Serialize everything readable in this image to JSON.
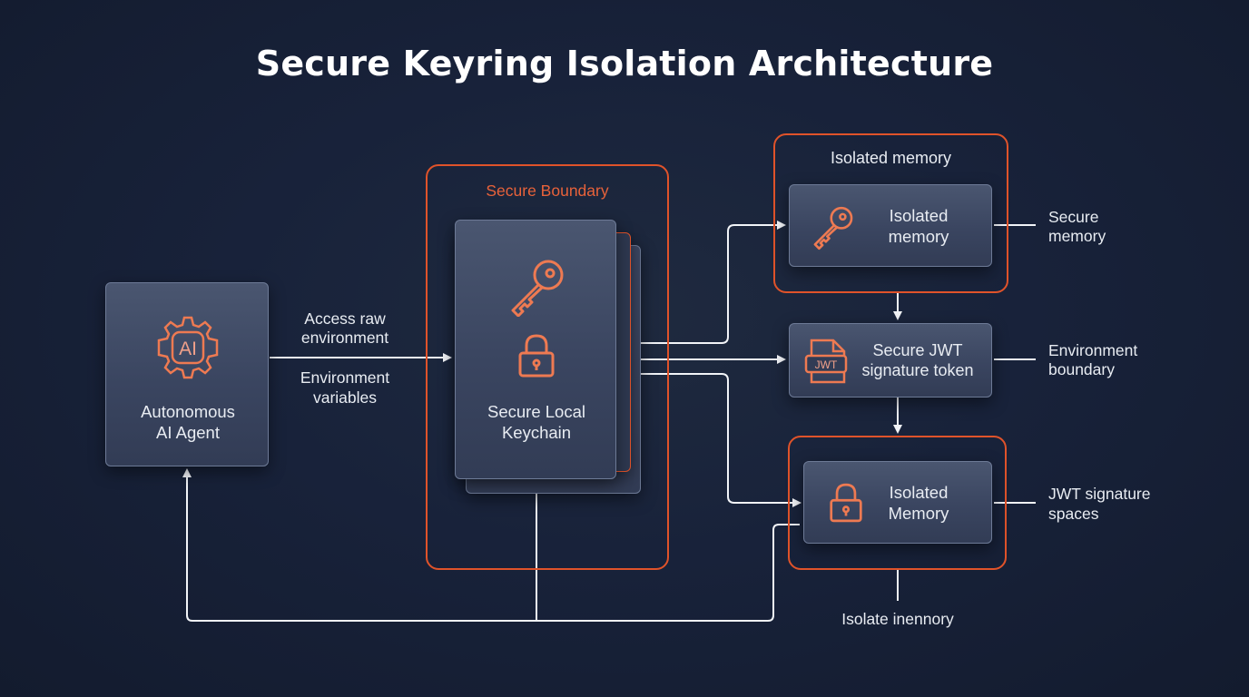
{
  "title": "Secure Keyring Isolation Architecture",
  "agent": {
    "icon_text": "AI",
    "line1": "Autonomous",
    "line2": "AI Agent"
  },
  "access": {
    "line1": "Access raw",
    "line2": "environment",
    "line3": "Environment",
    "line4": "variables"
  },
  "boundary": {
    "label": "Secure Boundary"
  },
  "keychain": {
    "line1": "Secure Local",
    "line2": "Keychain"
  },
  "isolated_group": {
    "label": "Isolated memory"
  },
  "node1": {
    "line1": "Isolated",
    "line2": "memory"
  },
  "node2": {
    "icon_text": "JWT",
    "line1": "Secure JWT",
    "line2": "signature token"
  },
  "node3": {
    "line1": "Isolated",
    "line2": "Memory"
  },
  "side1": {
    "line1": "Secure",
    "line2": "memory"
  },
  "side2": {
    "line1": "Environment",
    "line2": "boundary"
  },
  "side3": {
    "line1": "JWT signature",
    "line2": "spaces"
  },
  "bottom_label": "Isolate inennory",
  "colors": {
    "accent": "#e0532a",
    "background": "#18223a",
    "card": "#3a4560",
    "line": "#f2f4f8"
  },
  "icons": [
    "gear-icon",
    "key-icon",
    "lock-icon",
    "jwt-file-icon"
  ]
}
